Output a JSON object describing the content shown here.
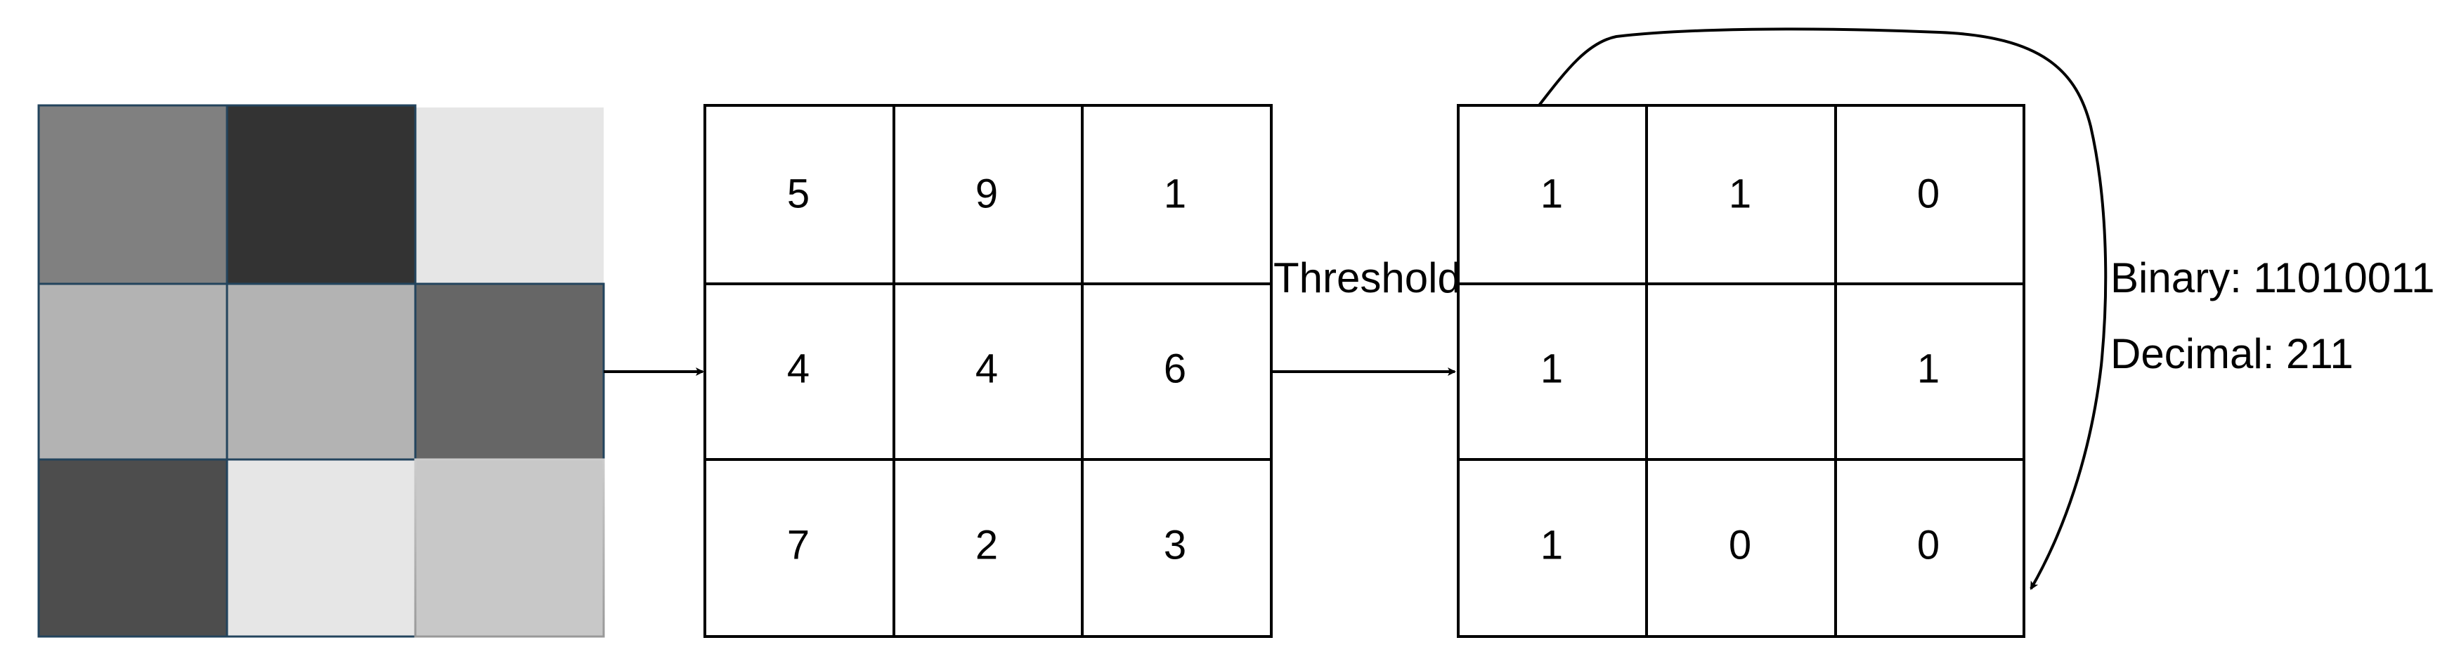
{
  "pixel_patch": {
    "shades": [
      [
        "#808080",
        "#333333",
        "#e6e6e6"
      ],
      [
        "#b3b3b3",
        "#b3b3b3",
        "#666666"
      ],
      [
        "#4d4d4d",
        "#e6e6e6",
        "#c8c8c8"
      ]
    ]
  },
  "intensity_grid": {
    "values": [
      [
        "5",
        "9",
        "1"
      ],
      [
        "4",
        "4",
        "6"
      ],
      [
        "7",
        "2",
        "3"
      ]
    ]
  },
  "threshold_label": "Threshold",
  "binary_grid": {
    "values": [
      [
        "1",
        "1",
        "0"
      ],
      [
        "1",
        "",
        "1"
      ],
      [
        "1",
        "0",
        "0"
      ]
    ]
  },
  "result": {
    "binary": "Binary: 11010011",
    "decimal": "Decimal: 211"
  },
  "colors": {
    "grid_line": "#000000",
    "patch_border": "#23445d"
  }
}
